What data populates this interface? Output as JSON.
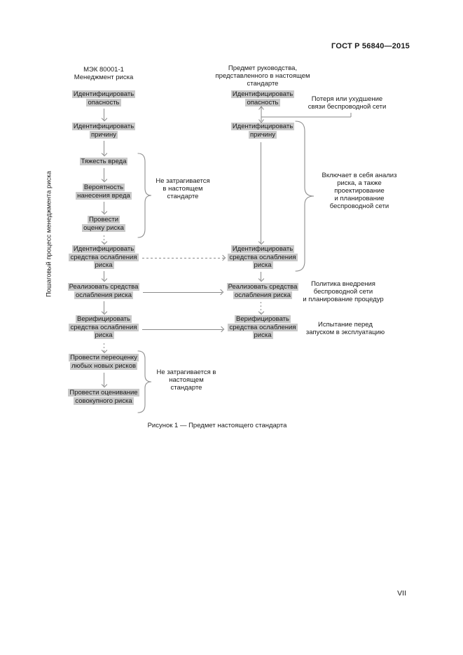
{
  "page": {
    "header": "ГОСТ Р 56840—2015",
    "page_number": "VII",
    "caption": "Рисунок 1 — Предмет настоящего стандарта",
    "side_label": "Пошаговый процесс менеджмента риска"
  },
  "left_column": {
    "title": "МЭК 80001-1\nМенеджмент риска",
    "steps": [
      "Идентифицировать\nопасность",
      "Идентифицировать\nпричину",
      "Тяжесть вреда",
      "Вероятность\nнанесения вреда",
      "Провести\nоценку риска",
      "Идентифицировать\nсредства ослабления\nриска",
      "Реализовать средства\nослабления риска",
      "Верифицировать\nсредства ослабления\nриска",
      "Провести переоценку\nлюбых новых рисков",
      "Провести оценивание\nсовокупного риска"
    ]
  },
  "right_column": {
    "title": "Предмет руководства,\nпредставленного в настоящем\nстандарте",
    "steps": [
      "Идентифицировать\nопасность",
      "Идентифицировать\nпричину",
      "Идентифицировать\nсредства ослабления\nриска",
      "Реализовать средства\nослабления риска",
      "Верифицировать\nсредства ослабления\nриска"
    ]
  },
  "annotations": {
    "loss": "Потеря или ухудшение\nсвязи беспроводной сети",
    "includes": "Включает в себя анализ\nриска, а также\nпроектирование\nи планирование\nбеспроводной сети",
    "policy": "Политика внедрения\nбеспроводной сети\nи планирование процедур",
    "testing": "Испытание перед\nзапуском в эксплуатацию",
    "not_covered_upper": "Не затрагивается\nв настоящем\nстандарте",
    "not_covered_lower": "Не затрагивается в\nнастоящем\nстандарте"
  },
  "colors": {
    "highlight": "#c9c9c9",
    "line": "#8a8a8a",
    "text": "#1a1a1a",
    "background": "#ffffff"
  }
}
